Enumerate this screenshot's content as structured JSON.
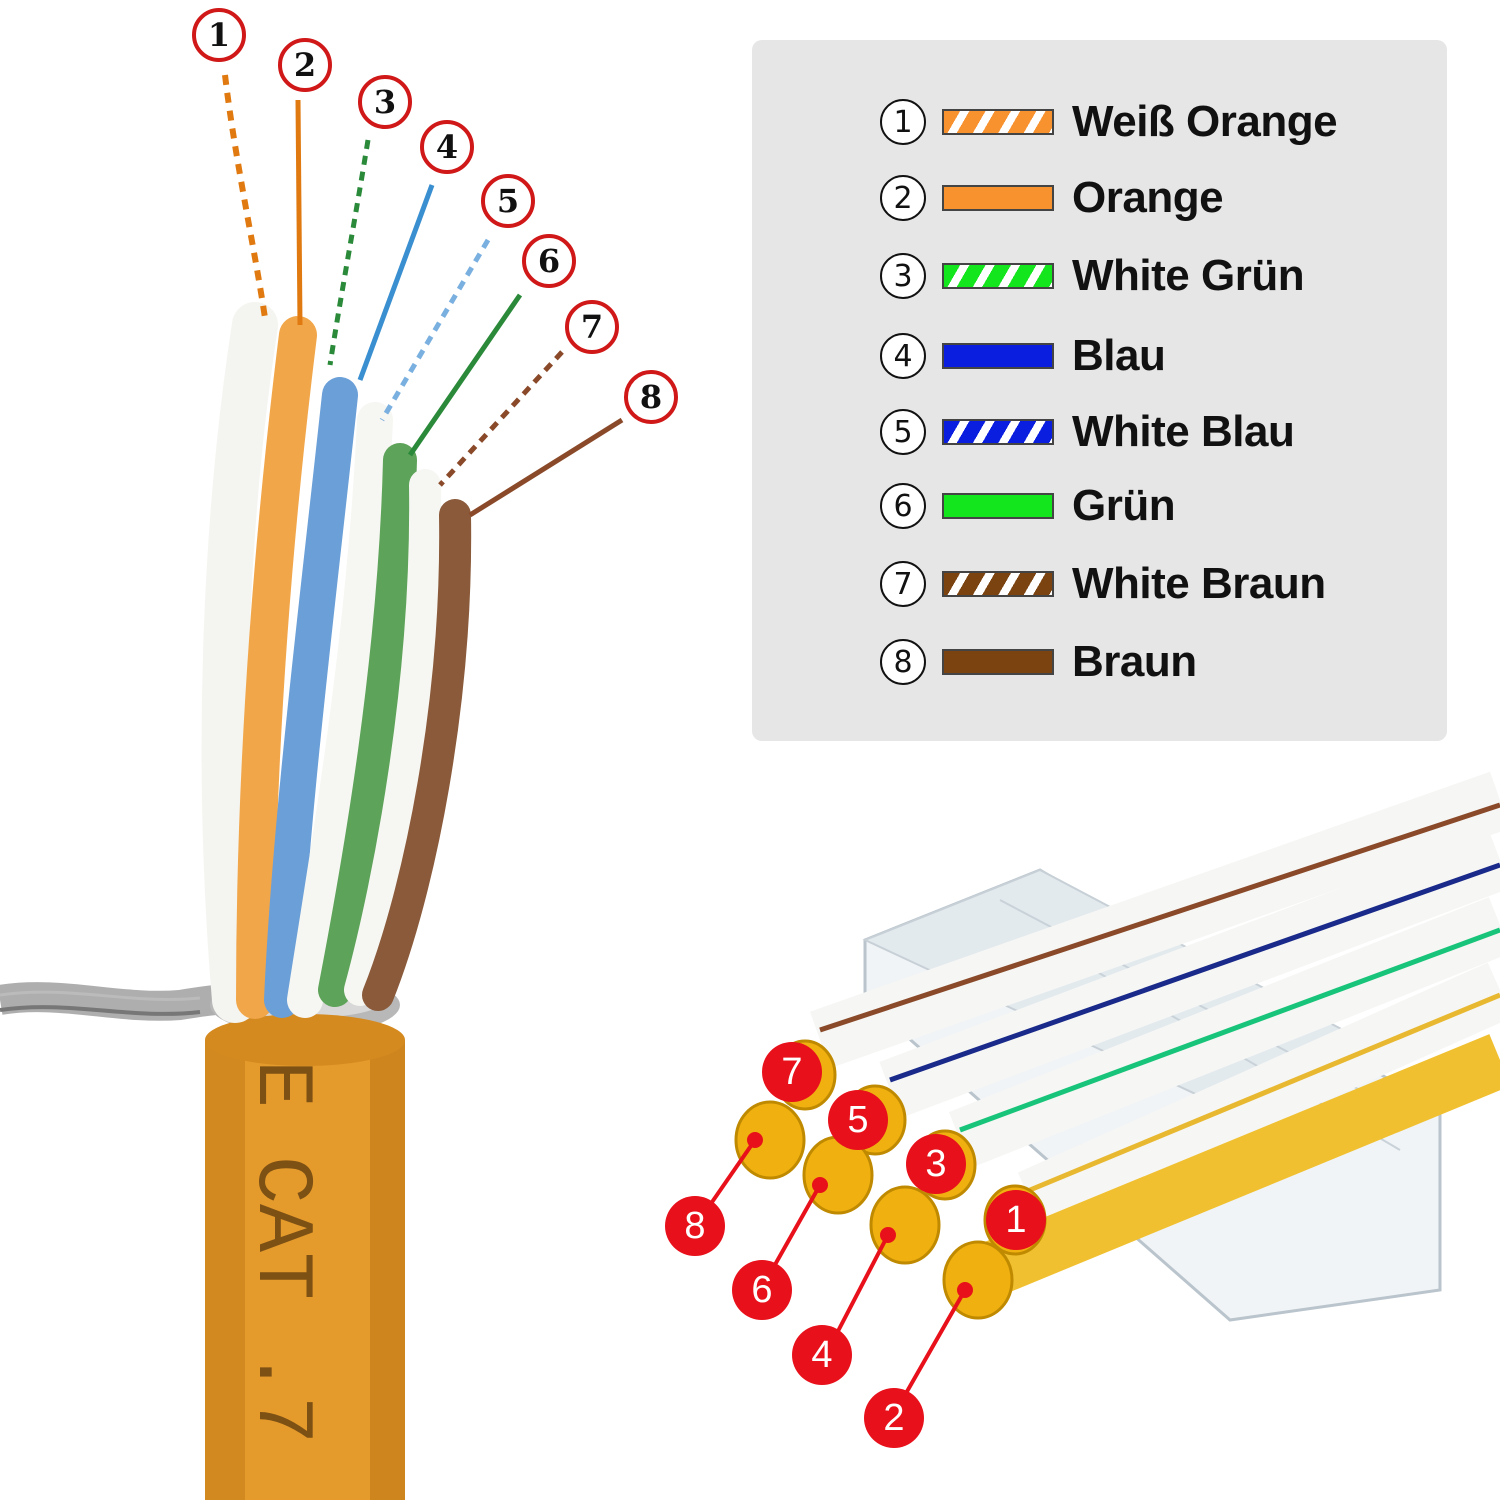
{
  "legend": {
    "items": [
      {
        "num": "1",
        "label": "Weiß Orange",
        "color": "#f7922f",
        "striped": true
      },
      {
        "num": "2",
        "label": "Orange",
        "color": "#f7922f",
        "striped": false
      },
      {
        "num": "3",
        "label": "White Grün",
        "color": "#14e61e",
        "striped": true
      },
      {
        "num": "4",
        "label": "Blau",
        "color": "#0a1ee0",
        "striped": false
      },
      {
        "num": "5",
        "label": "White Blau",
        "color": "#0a1ee0",
        "striped": true
      },
      {
        "num": "6",
        "label": "Grün",
        "color": "#14e61e",
        "striped": false
      },
      {
        "num": "7",
        "label": "White Braun",
        "color": "#7a4310",
        "striped": true
      },
      {
        "num": "8",
        "label": "Braun",
        "color": "#7a4310",
        "striped": false
      }
    ]
  },
  "cable_callouts": [
    "1",
    "2",
    "3",
    "4",
    "5",
    "6",
    "7",
    "8"
  ],
  "connector_callouts": [
    "7",
    "5",
    "3",
    "1",
    "8",
    "6",
    "4",
    "2"
  ],
  "cable_print": "E CAT .7",
  "colors": {
    "callout_ring": "#d01818",
    "callout_fill": "#e8101a",
    "jacket": "#e59a2c",
    "panel": "#e6e6e6"
  }
}
